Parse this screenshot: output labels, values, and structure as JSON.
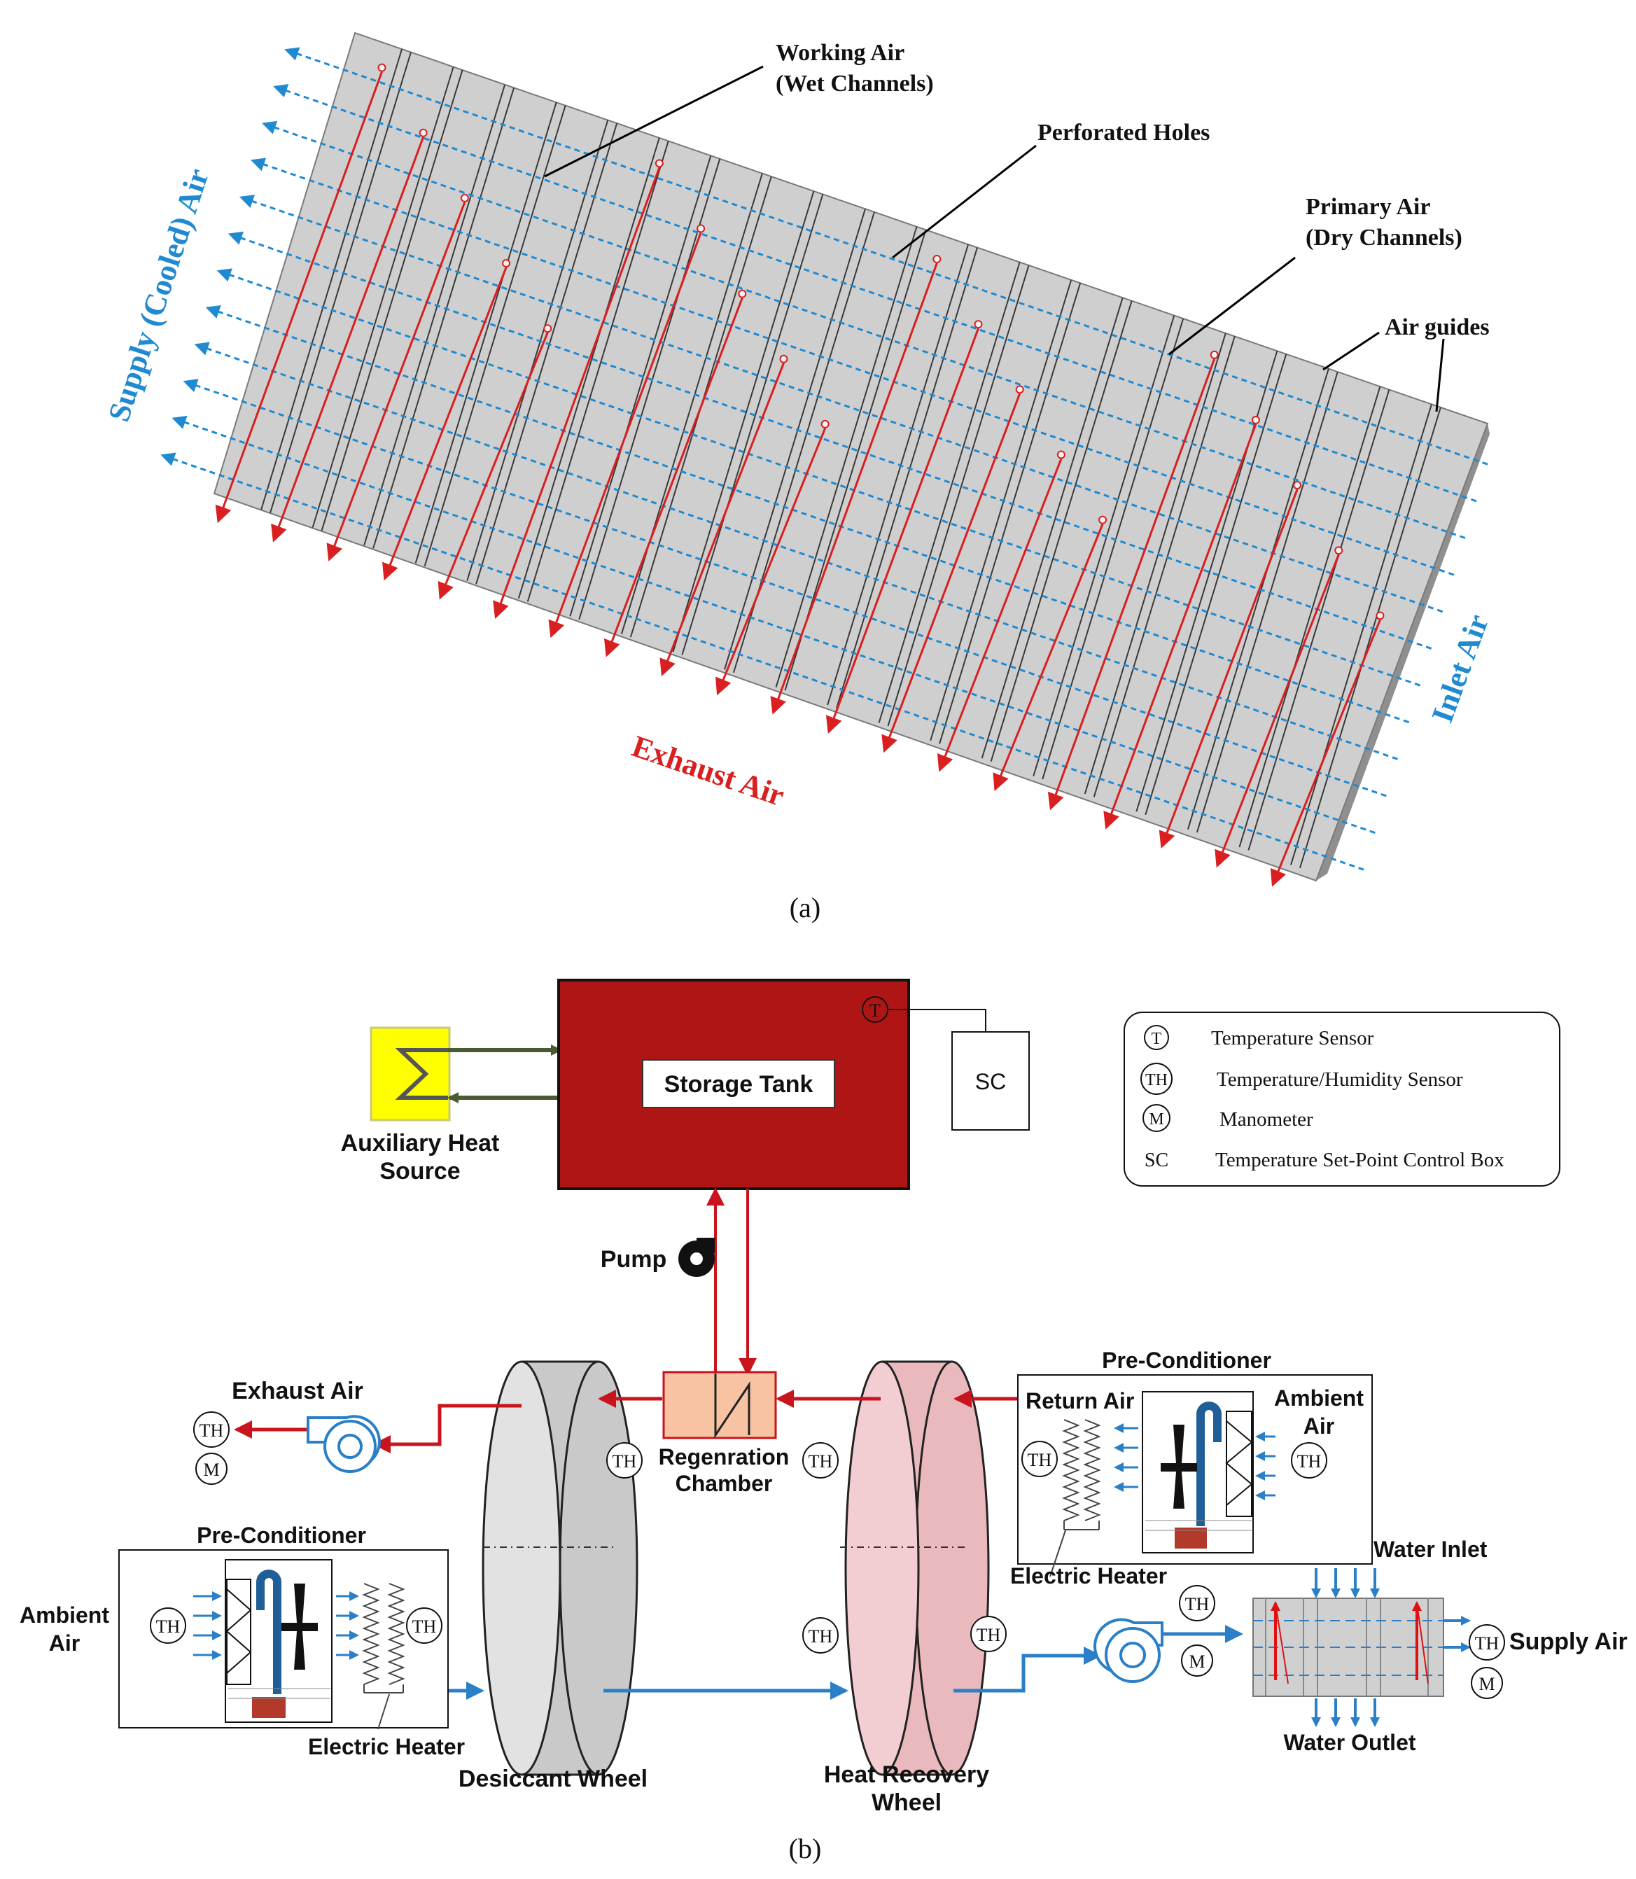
{
  "panel_a": {
    "caption": "(a)",
    "labels": {
      "working_air_1": "Working Air",
      "working_air_2": "(Wet Channels)",
      "perforated_holes": "Perforated Holes",
      "primary_air_1": "Primary Air",
      "primary_air_2": "(Dry Channels)",
      "air_guides": "Air guides",
      "supply_air": "Supply (Cooled) Air",
      "inlet_air": "Inlet Air",
      "exhaust_air": "Exhaust Air"
    },
    "colors": {
      "working_air": "#d91f1f",
      "primary_air": "#1f8ad1",
      "plate": "#cfcfcf"
    }
  },
  "panel_b": {
    "caption": "(b)",
    "labels": {
      "storage_tank": "Storage Tank",
      "sc_box": "SC",
      "aux_heat_1": "Auxiliary Heat",
      "aux_heat_2": "Source",
      "pump": "Pump",
      "exhaust_air": "Exhaust Air",
      "regen_1": "Regenration",
      "regen_2": "Chamber",
      "preconditioner_right": "Pre-Conditioner",
      "return_air": "Return Air",
      "ambient_air_right_1": "Ambient",
      "ambient_air_right_2": "Air",
      "electric_heater_right": "Electric Heater",
      "preconditioner_left": "Pre-Conditioner",
      "ambient_air_left_1": "Ambient",
      "ambient_air_left_2": "Air",
      "electric_heater_left": "Electric Heater",
      "desiccant_wheel": "Desiccant Wheel",
      "heat_recovery_1": "Heat Recovery",
      "heat_recovery_2": "Wheel",
      "water_inlet": "Water Inlet",
      "water_outlet": "Water Outlet",
      "supply_air": "Supply Air"
    },
    "sensors": {
      "t": "T",
      "th": "TH",
      "m": "M"
    },
    "legend": [
      {
        "symbol": "T",
        "text": "Temperature Sensor"
      },
      {
        "symbol": "TH",
        "text": "Temperature/Humidity Sensor"
      },
      {
        "symbol": "M",
        "text": "Manometer"
      },
      {
        "symbol": "SC",
        "text": "Temperature Set-Point Control Box"
      }
    ],
    "colors": {
      "tank": "#b01515",
      "aux": "#ffff00",
      "regen": "#f7c3a3",
      "hrw": "#f0c8cc",
      "dw": "#d9d9d9",
      "hot_line": "#c8141c",
      "cold_line": "#2a7fc7"
    }
  }
}
